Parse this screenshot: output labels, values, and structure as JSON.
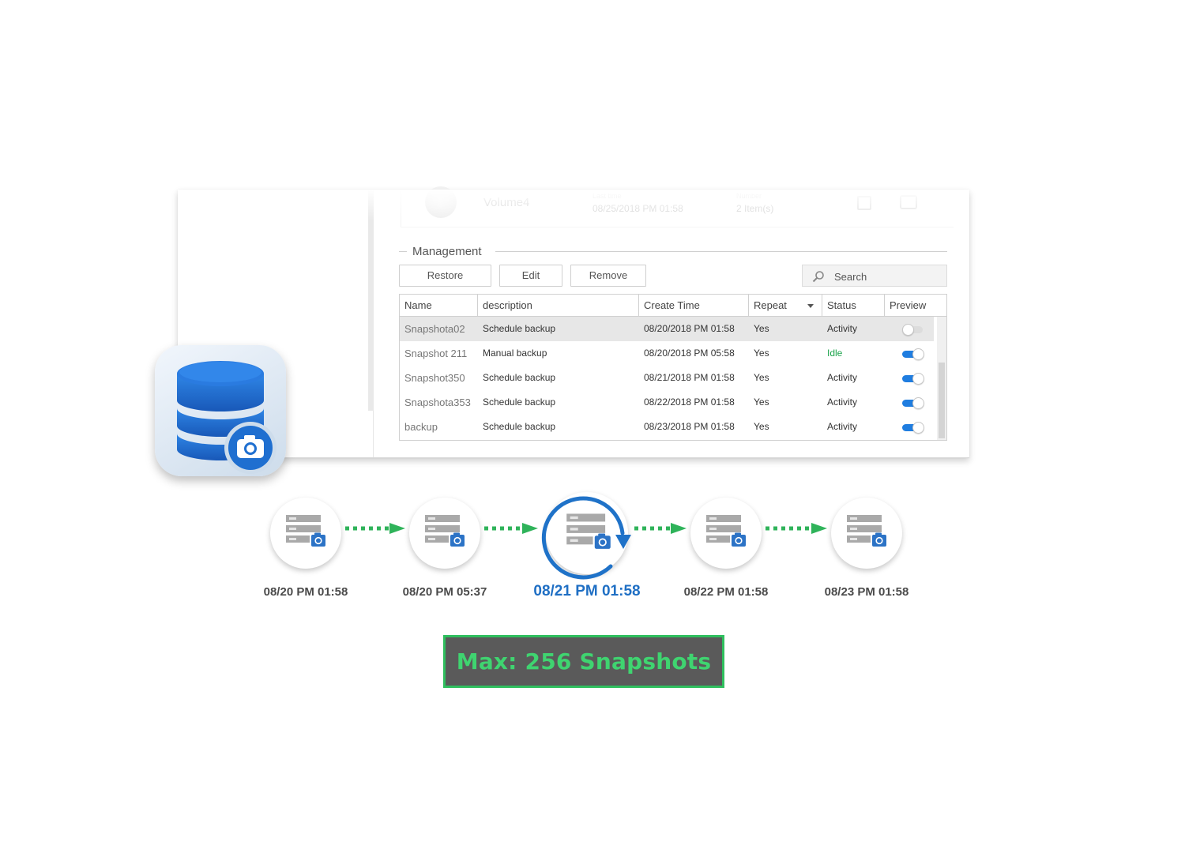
{
  "volume": {
    "name": "Volume4",
    "label_time": "Last time",
    "time": "08/25/2018 PM 01:58",
    "label_count": "Number",
    "count": "2 Item(s)"
  },
  "management": {
    "title": "Management",
    "buttons": {
      "restore": "Restore",
      "edit": "Edit",
      "remove": "Remove"
    },
    "search_placeholder": "Search"
  },
  "table": {
    "columns": [
      "Name",
      "description",
      "Create Time",
      "Repeat",
      "Status",
      "Preview"
    ],
    "rows": [
      {
        "name": "Snapshota02",
        "description": "Schedule backup",
        "create_time": "08/20/2018 PM 01:58",
        "repeat": "Yes",
        "status": "Activity",
        "preview": false
      },
      {
        "name": "Snapshot 211",
        "description": "Manual backup",
        "create_time": "08/20/2018 PM 05:58",
        "repeat": "Yes",
        "status": "Idle",
        "preview": true
      },
      {
        "name": "Snapshot350",
        "description": "Schedule backup",
        "create_time": "08/21/2018 PM 01:58",
        "repeat": "Yes",
        "status": "Activity",
        "preview": true
      },
      {
        "name": "Snapshota353",
        "description": "Schedule backup",
        "create_time": "08/22/2018 PM 01:58",
        "repeat": "Yes",
        "status": "Activity",
        "preview": true
      },
      {
        "name": "backup",
        "description": "Schedule backup",
        "create_time": "08/23/2018 PM 01:58",
        "repeat": "Yes",
        "status": "Activity",
        "preview": true
      }
    ]
  },
  "timeline": {
    "items": [
      {
        "label": "08/20 PM 01:58"
      },
      {
        "label": "08/20 PM 05:37"
      },
      {
        "label": "08/21 PM 01:58"
      },
      {
        "label": "08/22 PM 01:58"
      },
      {
        "label": "08/23 PM 01:58"
      }
    ],
    "active_index": 2
  },
  "max_banner": "Max: 256 Snapshots",
  "colors": {
    "accent_blue": "#1f7de0",
    "idle_green": "#1aa34a",
    "arrow_green": "#2fb35a",
    "banner_bg": "#5a5a5a",
    "banner_text": "#3fd470"
  },
  "icons": {
    "app": "database-camera-icon",
    "node": "server-camera-icon",
    "search": "search-icon"
  }
}
